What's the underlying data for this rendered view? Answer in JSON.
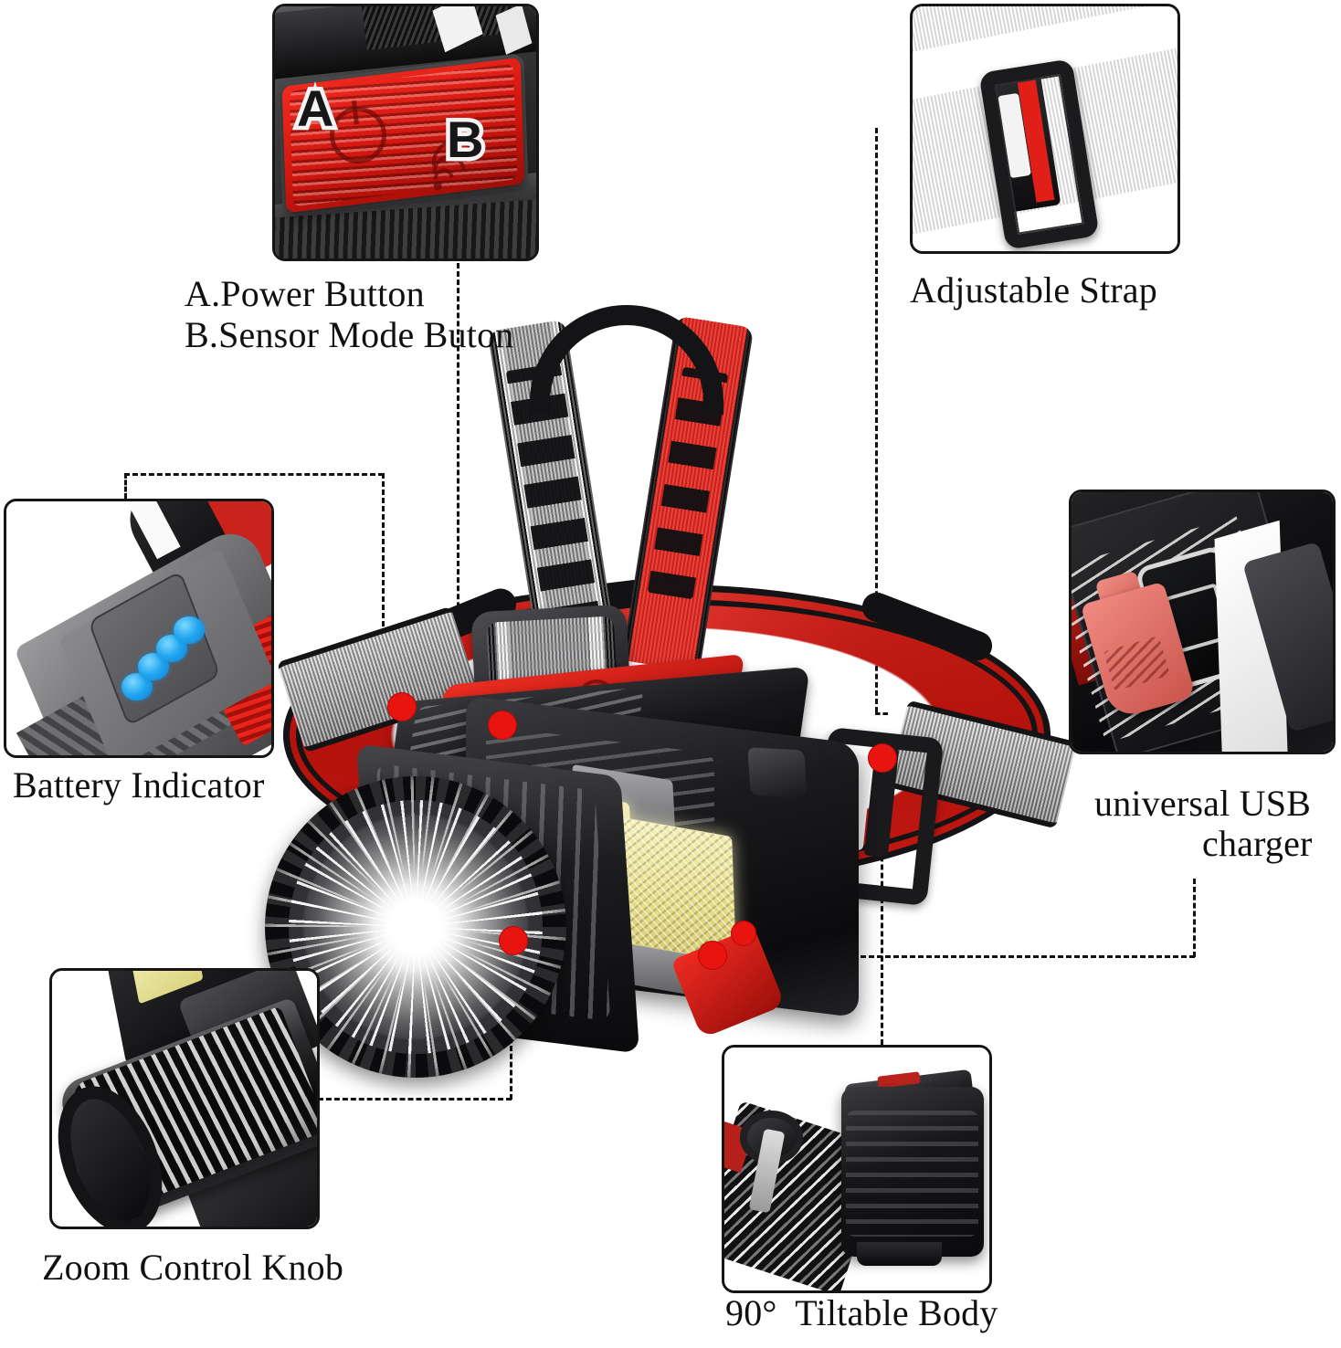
{
  "product": {
    "name": "LED Headlamp",
    "type": "rechargeable-cob-headlamp"
  },
  "colors": {
    "accent_red": "#e8140f",
    "body_black": "#141416",
    "led_blue": "#22a6f0",
    "cob_yellow": "#e6dd88",
    "strap_red": "#e6281f"
  },
  "callouts": [
    {
      "id": "power-sensor-button",
      "label": "A.Power Button\nB.Sensor Mode Buton",
      "markers": [
        "A",
        "B"
      ],
      "marker_a": "A",
      "marker_b": "B",
      "icons": [
        "power-icon",
        "sensor-wave-icon"
      ]
    },
    {
      "id": "adjustable-strap",
      "label": "Adjustable Strap",
      "icons": [
        "buckle-icon"
      ]
    },
    {
      "id": "battery-indicator",
      "label": "Battery Indicator",
      "led_count": 4,
      "icons": [
        "led-dot-icon"
      ]
    },
    {
      "id": "universal-usb-charger",
      "label_line1": "universal USB",
      "label_line2": "charger",
      "icons": [
        "usb-port-icon",
        "rubber-flap-icon"
      ]
    },
    {
      "id": "zoom-control-knob",
      "label": "Zoom Control Knob",
      "icons": [
        "knurled-barrel-icon"
      ]
    },
    {
      "id": "tiltable-body",
      "label": "90°  Tiltable Body",
      "angle": "90°",
      "icons": [
        "tilt-hinge-icon"
      ]
    }
  ]
}
